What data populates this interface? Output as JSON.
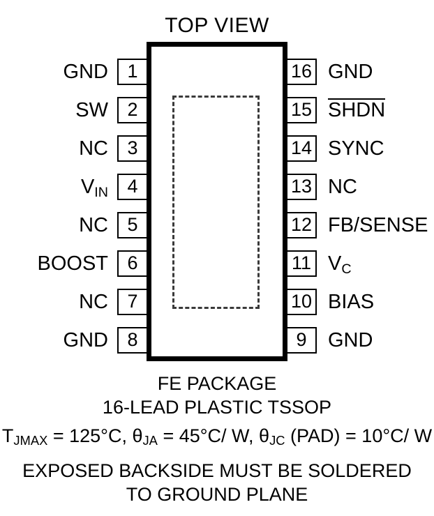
{
  "diagram": {
    "title": "TOP VIEW",
    "package_body": {
      "label": "package-body"
    },
    "exposed_pad": {
      "label": "exposed-pad-outline"
    }
  },
  "pins": {
    "left": [
      {
        "number": "1",
        "name": "GND"
      },
      {
        "number": "2",
        "name": "SW"
      },
      {
        "number": "3",
        "name": "NC"
      },
      {
        "number": "V<sub>IN</sub>",
        "name": "VIN",
        "number_plain": "4"
      },
      {
        "number": "5",
        "name": "NC"
      },
      {
        "number": "6",
        "name": "BOOST"
      },
      {
        "number": "7",
        "name": "NC"
      },
      {
        "number": "8",
        "name": "GND"
      }
    ],
    "right": [
      {
        "number": "16",
        "name": "GND"
      },
      {
        "number": "15",
        "name": "SHDN"
      },
      {
        "number": "14",
        "name": "SYNC"
      },
      {
        "number": "13",
        "name": "NC"
      },
      {
        "number": "12",
        "name": "FB/SENSE"
      },
      {
        "number": "11",
        "name": "VC"
      },
      {
        "number": "10",
        "name": "BIAS"
      },
      {
        "number": "9",
        "name": "GND"
      }
    ]
  },
  "pin_numbers": {
    "l1": "1",
    "l2": "2",
    "l3": "3",
    "l4": "4",
    "l5": "5",
    "l6": "6",
    "l7": "7",
    "l8": "8",
    "r16": "16",
    "r15": "15",
    "r14": "14",
    "r13": "13",
    "r12": "12",
    "r11": "11",
    "r10": "10",
    "r9": "9"
  },
  "pin_names": {
    "l1": "GND",
    "l2": "SW",
    "l3": "NC",
    "l4_base": "V",
    "l4_sub": "IN",
    "l5": "NC",
    "l6": "BOOST",
    "l7": "NC",
    "l8": "GND",
    "r16": "GND",
    "r15": "SHDN",
    "r14": "SYNC",
    "r13": "NC",
    "r12": "FB/SENSE",
    "r11_base": "V",
    "r11_sub": "C",
    "r10": "BIAS",
    "r9": "GND"
  },
  "caption": {
    "package": "FE PACKAGE",
    "lead": "16-LEAD PLASTIC TSSOP",
    "thermal": {
      "t_base": "T",
      "t_sub": "JMAX",
      "t_value": " = 125°C, ",
      "theta1": "θ",
      "theta1_sub": "JA",
      "theta1_value": " = 45°C/ W, ",
      "theta2": "θ",
      "theta2_sub": "JC",
      "theta2_value": " (PAD) = 10°C/ W"
    },
    "note_line1": "EXPOSED BACKSIDE MUST BE SOLDERED",
    "note_line2": "TO GROUND PLANE"
  },
  "colors": {
    "outline": "#000000",
    "pad_dash": "#3a3a3a",
    "background": "#ffffff"
  }
}
